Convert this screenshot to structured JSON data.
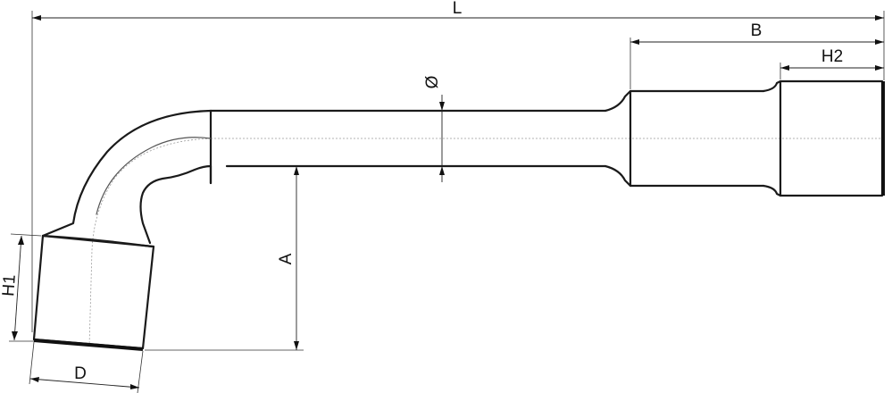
{
  "labels": {
    "L": "L",
    "B": "B",
    "H2": "H2",
    "diameter": "Ø",
    "A": "A",
    "H1": "H1",
    "D": "D"
  }
}
